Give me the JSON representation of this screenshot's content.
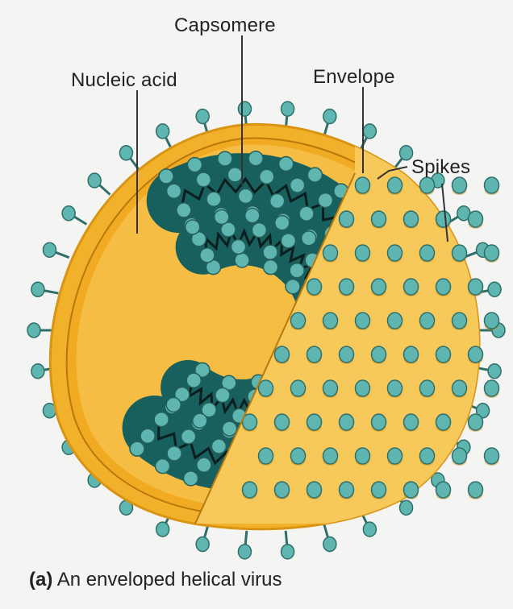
{
  "labels": {
    "capsomere": "Capsomere",
    "nucleic_acid": "Nucleic acid",
    "envelope": "Envelope",
    "spikes": "Spikes"
  },
  "caption": {
    "letter": "(a)",
    "text": "An enveloped helical virus"
  },
  "colors": {
    "envelope_fill": "#f2b12a",
    "envelope_outer": "#e4a418",
    "cut_face": "#f7c85a",
    "capsomere": "#5fb6b0",
    "capsid_dark": "#18605e",
    "background": "#f4f4f2"
  }
}
